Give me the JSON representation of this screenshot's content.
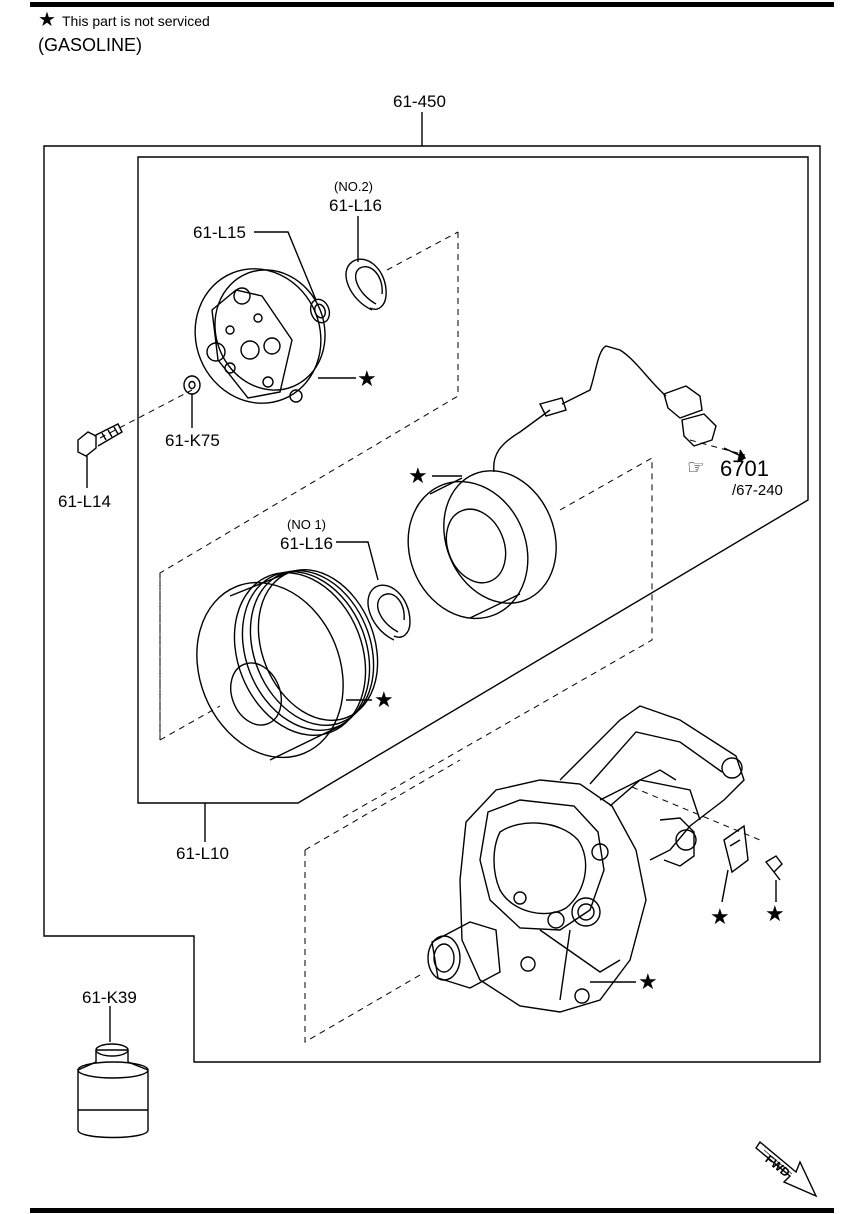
{
  "header": {
    "legend_text": "This part is not serviced",
    "legend_symbol": "★",
    "variant": "(GASOLINE)"
  },
  "labels": {
    "assembly": "61-450",
    "clutch_assy": "61-L10",
    "hub": "61-L15",
    "snap_ring_2_note": "(NO.2)",
    "snap_ring_2": "61-L16",
    "snap_ring_1_note": "(NO 1)",
    "snap_ring_1": "61-L16",
    "washer": "61-K75",
    "bolt": "61-L14",
    "oil": "61-K39",
    "ref_number": "6701",
    "ref_sub": "/67-240"
  },
  "star_symbol": "★",
  "fwd_label": "FWD"
}
